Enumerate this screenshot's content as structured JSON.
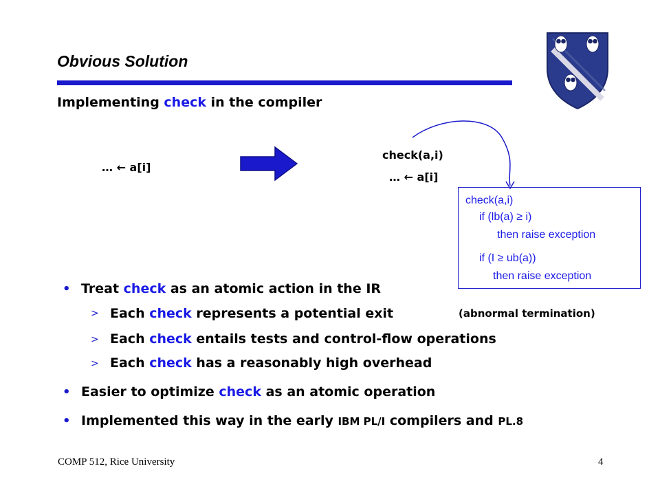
{
  "slide": {
    "title": "Obvious Solution",
    "subtitle": {
      "pre": "Implementing ",
      "kw": "check",
      "post": " in the compiler"
    },
    "transform": {
      "before": "… ← a[i]",
      "after_line1": "check(a,i)",
      "after_line2": "… ← a[i]"
    },
    "detail_box": {
      "line1": "check(a,i)",
      "line2": "if (lb(a) ≥ i)",
      "line3": "then raise exception",
      "line4": "if (I ≥ ub(a))",
      "line5": "then raise exception"
    },
    "bullets": {
      "b1": {
        "dot": "•",
        "pre": "Treat ",
        "kw": "check",
        "post": " as an atomic action in the IR"
      },
      "s1": {
        "marker": ">",
        "pre": "Each ",
        "kw": "check",
        "post": " represents a potential exit",
        "paren": "(abnormal termination)"
      },
      "s2": {
        "marker": ">",
        "pre": "Each ",
        "kw": "check",
        "post": " entails tests and control-flow operations"
      },
      "s3": {
        "marker": ">",
        "pre": "Each ",
        "kw": "check",
        "post": " has a reasonably high overhead"
      },
      "b2": {
        "dot": "•",
        "pre": "Easier to optimize ",
        "kw": "check",
        "post": " as an atomic operation"
      },
      "b3": {
        "dot": "•",
        "pre": "Implemented this way in the early ",
        "small1": "IBM PL/I",
        "mid": " compilers and ",
        "small2": "PL.8"
      }
    },
    "footer": {
      "left": "COMP 512, Rice University",
      "page": "4"
    },
    "colors": {
      "accent": "#1a1acc",
      "keyword": "#1a1ae6",
      "shield": "#2a3a8c"
    },
    "icons": {
      "logo": "rice-owl-shield-icon",
      "arrow": "right-arrow-icon",
      "connector": "curved-arrow-icon"
    }
  }
}
